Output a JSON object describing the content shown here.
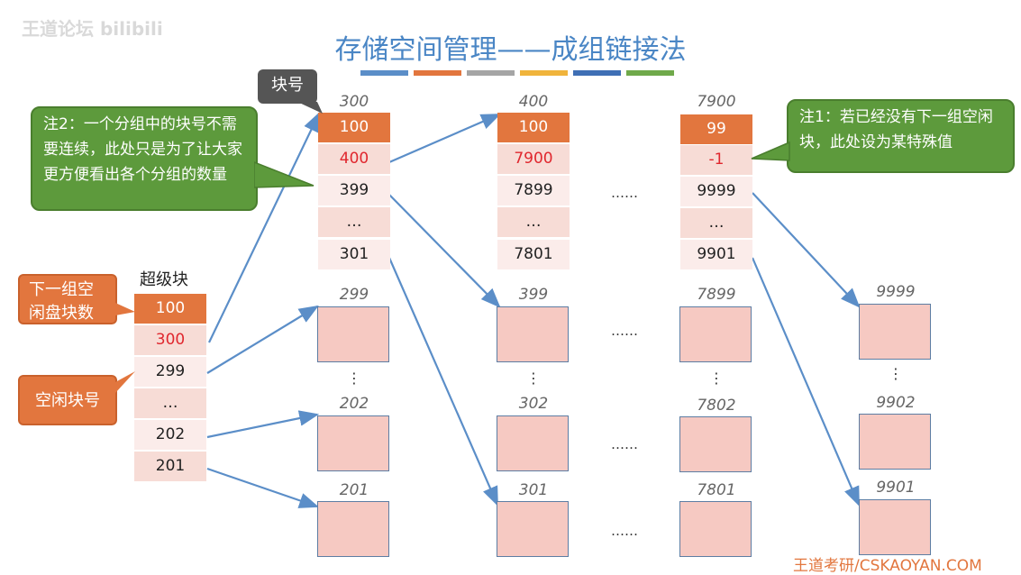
{
  "title": "存储空间管理——成组链接法",
  "colors": {
    "title_blue": "#4a86c5",
    "bars": [
      "#5b8ec8",
      "#e2763e",
      "#a5a5a5",
      "#f0b43c",
      "#3f6fb5",
      "#6fa94a"
    ],
    "cell_dark": "#e2763e",
    "cell_mid": "#f7dcd6",
    "cell_light": "#fbecea",
    "box_fill": "#f6c9c2",
    "note_green": "#5d9a3c",
    "arrow": "#5b8ec8"
  },
  "watermark_left": "王道论坛 bilibili",
  "watermark_right": "王道考研/CSKAOYAN.COM",
  "super_block": {
    "title": "超级块",
    "cells": [
      "100",
      "300",
      "299",
      "…",
      "202",
      "201"
    ]
  },
  "callouts": {
    "next_group_count": "下一组空\n闲盘块数",
    "free_block_no": "空闲块号",
    "block_no": "块号",
    "note2": "注2：一个分组中的块号不需要连续，此处只是为了让大家更方便看出各个分组的数量",
    "note1": "注1：若已经没有下一组空闲块，此处设为某特殊值"
  },
  "group_blocks": [
    {
      "label": "300",
      "cells": [
        "100",
        "400",
        "399",
        "…",
        "301"
      ]
    },
    {
      "label": "400",
      "cells": [
        "100",
        "7900",
        "7899",
        "…",
        "7801"
      ]
    },
    {
      "label": "7900",
      "cells": [
        "99",
        "-1",
        "9999",
        "…",
        "9901"
      ]
    }
  ],
  "free_labels": {
    "col1": [
      "299",
      "202",
      "201"
    ],
    "col2": [
      "399",
      "302",
      "301"
    ],
    "col3": [
      "7899",
      "7802",
      "7801"
    ],
    "col4": [
      "9999",
      "9902",
      "9901"
    ]
  },
  "ellipsis_h": "……",
  "ellipsis_v": "⋮"
}
